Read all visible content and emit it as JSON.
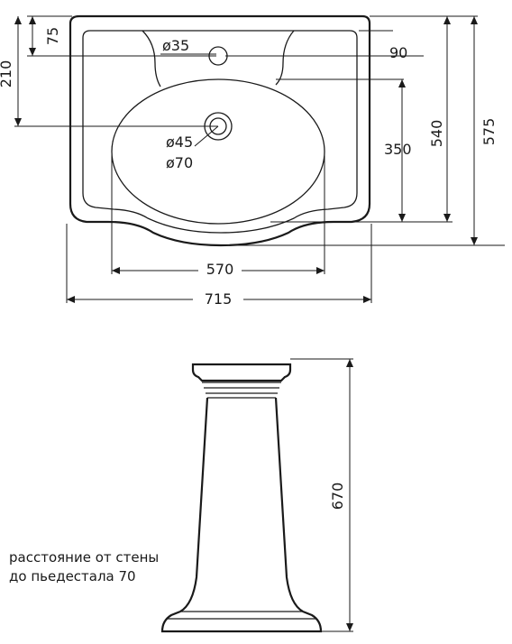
{
  "basin": {
    "dimensions": {
      "overall_width": "715",
      "bowl_width": "570",
      "total_depth": "575",
      "depth_to_bowl_front": "540",
      "bowl_depth": "350",
      "tap_to_wall": "90",
      "back_offset_left": "75",
      "drain_offset": "210"
    },
    "tap_hole": "ø35",
    "drain_inner": "ø45",
    "drain_outer": "ø70"
  },
  "pedestal": {
    "height": "670",
    "note_line1": "расстояние от стены",
    "note_line2": "до пьедестала 70"
  }
}
